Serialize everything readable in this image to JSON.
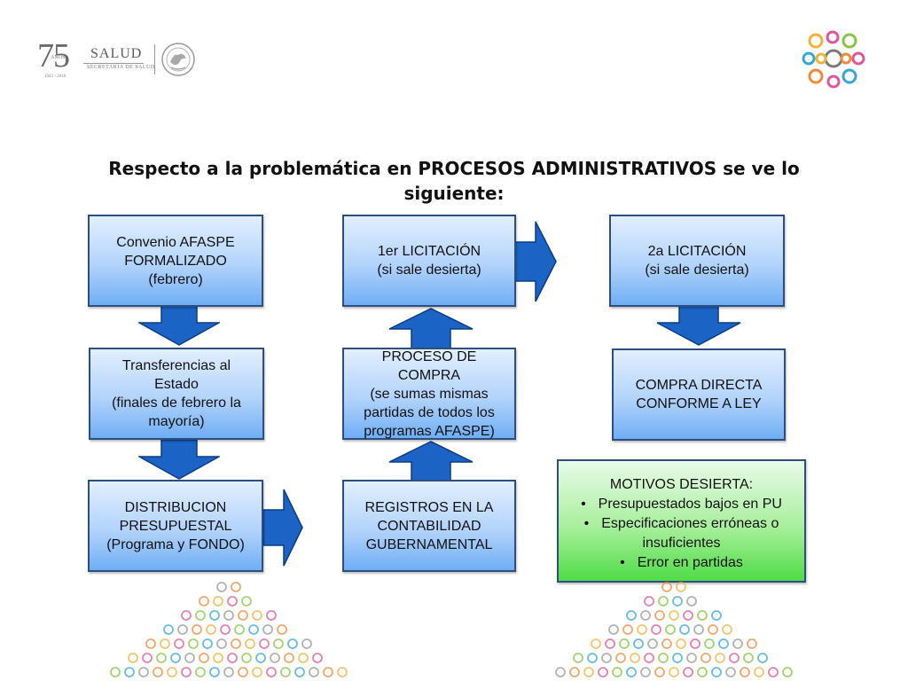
{
  "header": {
    "anniversary_number": "75",
    "anniversary_label": "AÑOS",
    "anniversary_years": "1943 - 2018",
    "brand": "SALUD",
    "brand_subtitle": "SECRETARÍA DE SALUD"
  },
  "title": "Respecto a la problemática en PROCESOS ADMINISTRATIVOS se ve lo siguiente:",
  "boxes": {
    "convenio": "Convenio AFASPE\nFORMALIZADO\n(febrero)",
    "transferencias": "Transferencias al\nEstado\n(finales de febrero la\nmayoría)",
    "distribucion": "DISTRIBUCION\nPRESUPUESTAL\n(Programa y FONDO)",
    "registros": "REGISTROS EN LA\nCONTABILIDAD\nGUBERNAMENTAL",
    "proceso": "PROCESO DE\nCOMPRA\n(se sumas mismas\npartidas de todos los\nprogramas AFASPE)",
    "licitacion1": "1er LICITACIÓN\n(si sale desierta)",
    "licitacion2": "2a LICITACIÓN\n(si sale desierta)",
    "compra_directa": "COMPRA DIRECTA\nCONFORME A LEY"
  },
  "motivos": {
    "title": "MOTIVOS DESIERTA:",
    "items": [
      "Presupuestados bajos en PU",
      "Especificaciones erróneas o insuficientes",
      "Error en partidas"
    ]
  },
  "colors": {
    "arrow_fill": "#1b64c6",
    "arrow_stroke": "#0d3c85",
    "box_border": "#2c4f7f",
    "motivos_fill": "#4fdc46"
  }
}
